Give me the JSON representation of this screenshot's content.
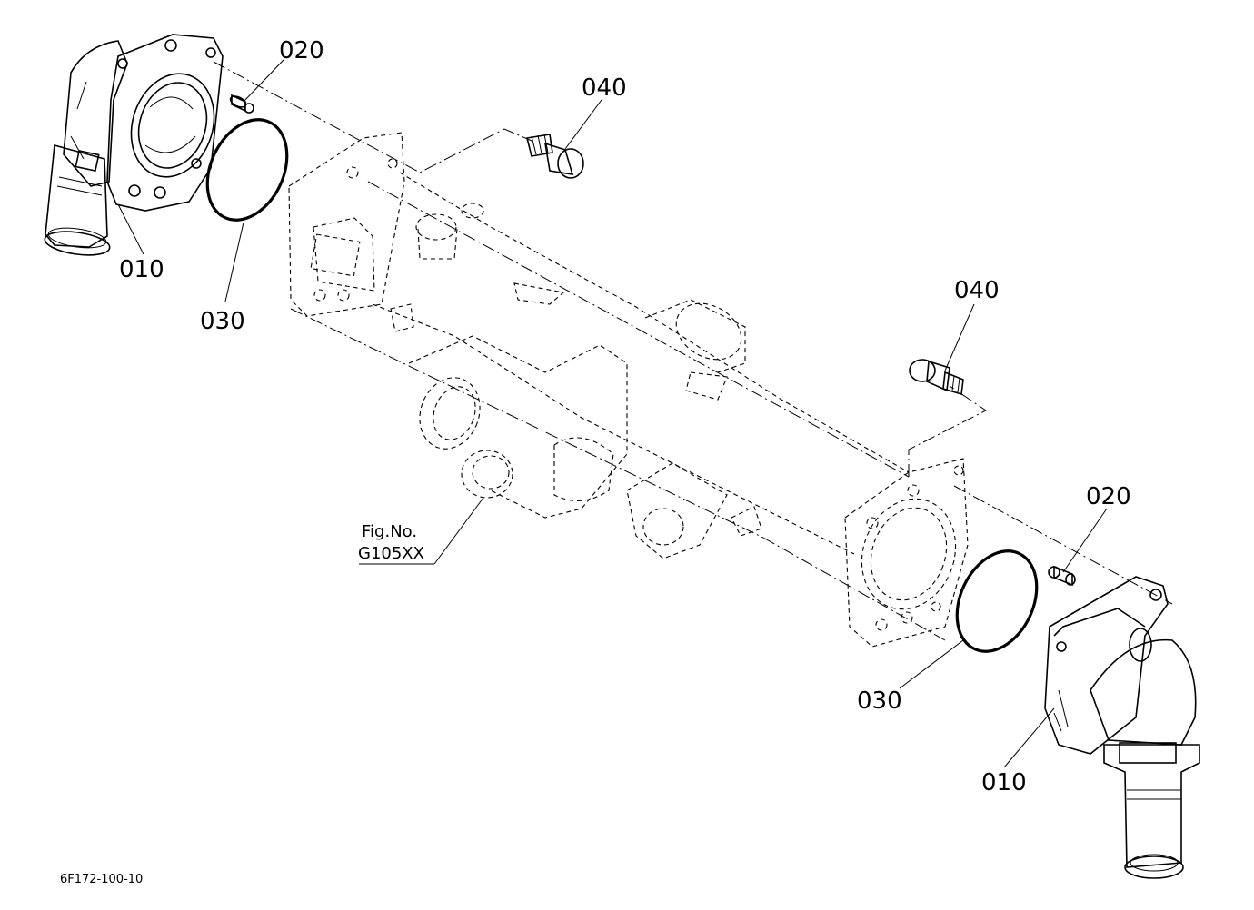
{
  "callouts": {
    "left_020": "020",
    "left_040": "040",
    "left_010": "010",
    "left_030": "030",
    "right_040": "040",
    "right_020": "020",
    "right_030": "030",
    "right_010": "010"
  },
  "fig_ref": {
    "line1": "Fig.No.",
    "line2": "G105XX"
  },
  "drawing_number": "6F172-100-10"
}
